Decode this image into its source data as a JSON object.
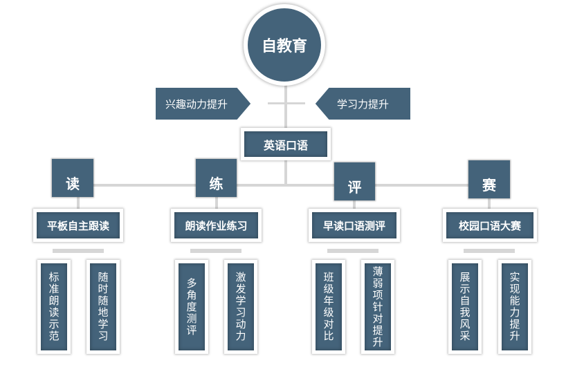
{
  "root": "自教育",
  "left_arrow": "兴趣动力提升",
  "right_arrow": "学习力提升",
  "topic": "英语口语",
  "branches": [
    {
      "letter": "读",
      "title": "平板自主跟读",
      "leaves": [
        "标准朗读示范",
        "随时随地学习"
      ]
    },
    {
      "letter": "练",
      "title": "朗读作业练习",
      "leaves": [
        "多角度测评",
        "激发学习动力"
      ]
    },
    {
      "letter": "评",
      "title": "早读口语测评",
      "leaves": [
        "班级年级对比",
        "薄弱项针对提升"
      ]
    },
    {
      "letter": "赛",
      "title": "校园口语大赛",
      "leaves": [
        "展示自我风采",
        "实现能力提升"
      ]
    }
  ],
  "colors": {
    "box": "#44637a",
    "line": "#d6d6d6"
  }
}
